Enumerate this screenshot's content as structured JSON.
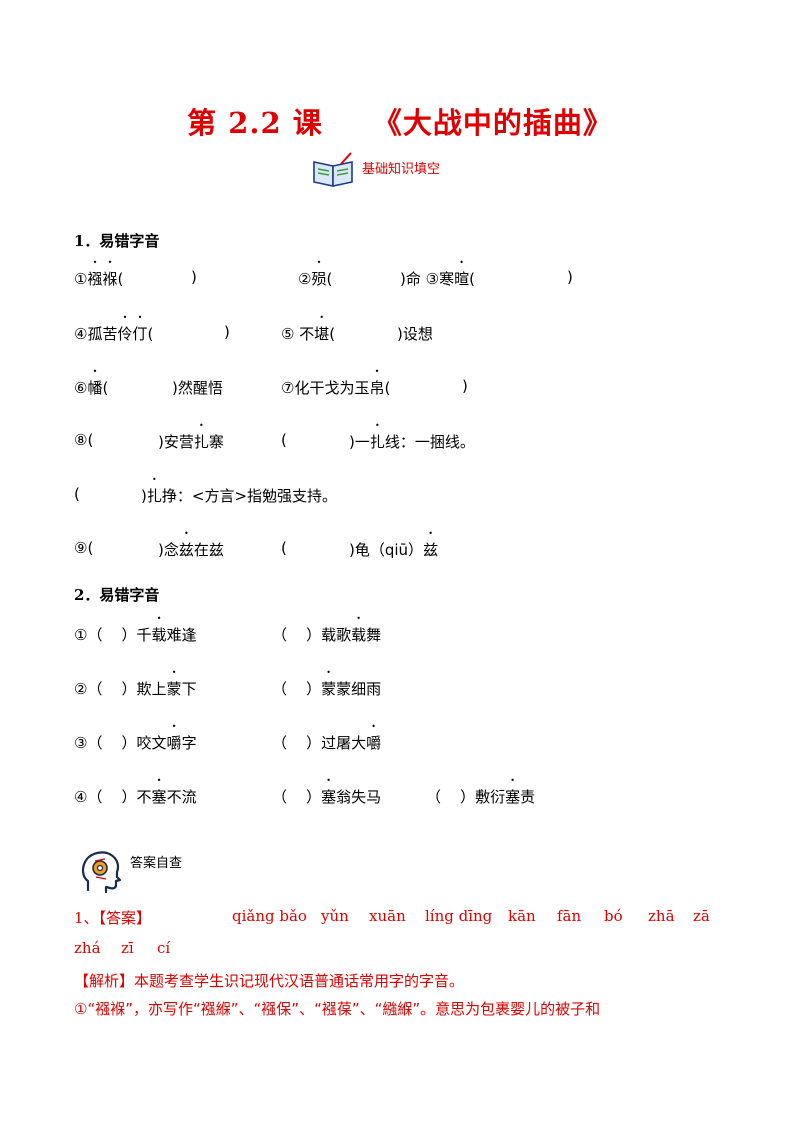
{
  "title_left": "第 2.2 课",
  "title_right": "《大战中的插曲》",
  "subtitle": "基础知识填空",
  "section1": {
    "heading": "1．易错字音",
    "rows": [
      [
        "①",
        "襁",
        "褓",
        "(",
        ")",
        "②",
        "殒",
        "(",
        ")命",
        "③寒",
        "暄",
        "(",
        ")"
      ],
      [
        "④孤苦",
        "伶",
        "仃",
        "(",
        ")",
        "⑤ 不",
        "堪",
        "(",
        ")设想"
      ],
      [
        "⑥",
        "幡",
        "(",
        ")然醒悟",
        "⑦化干戈为玉",
        "帛",
        "(",
        ")"
      ],
      [
        "⑧(",
        ")安营",
        "扎",
        "寨",
        "(",
        ")一",
        "扎",
        "线：一捆线。"
      ],
      [
        "(",
        ")",
        "扎",
        "挣：<方言>指勉强支持。"
      ],
      [
        "⑨(",
        ")念",
        "兹",
        "在兹",
        "(",
        ")龟（qiū）",
        "兹"
      ]
    ]
  },
  "section2": {
    "heading": "2．易错字音",
    "rows": [
      [
        "①（",
        "）千",
        "载",
        "难逢",
        "（",
        "）载歌",
        "载",
        "舞"
      ],
      [
        "②（",
        "）欺上",
        "蒙",
        "下",
        "（",
        "）",
        "蒙",
        "蒙细雨"
      ],
      [
        "③（",
        "）咬文",
        "嚼",
        "字",
        "（",
        "）过屠大",
        "嚼"
      ],
      [
        "④（",
        "）不",
        "塞",
        "不流",
        "（",
        "）",
        "塞",
        "翁失马",
        "（",
        "）敷衍",
        "塞",
        "责"
      ]
    ]
  },
  "answer_check": "答案自查",
  "answer": {
    "label": "1、【答案】",
    "pinyin_line1": [
      "qiǎng bǎo",
      "yǔn",
      "xuān",
      "líng dīng",
      "kān",
      "fān",
      "bó",
      "zhā",
      "zā"
    ],
    "pinyin_line2": [
      "zhá",
      "zī",
      "cí"
    ],
    "analysis": "【解析】本题考查学生识记现代汉语普通话常用字的字音。",
    "note": "①“襁褓”，亦写作“襁緥”、“襁保”、“襁葆”、“繈緥”。意思为包裹婴儿的被子和"
  },
  "colors": {
    "accent": "#e00000"
  },
  "icons": [
    "book-icon",
    "head-gear-icon"
  ]
}
